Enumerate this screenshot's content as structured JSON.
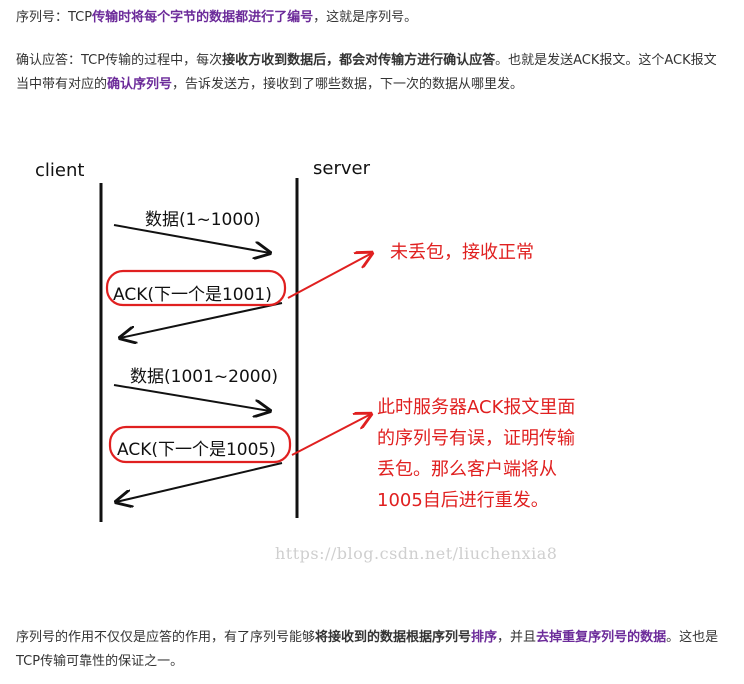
{
  "paragraph1": {
    "t1": "序列号：TCP",
    "h1": "传输时将每个字节的数据都进行了编号",
    "t2": "，这就是序列号。"
  },
  "paragraph2": {
    "t1": "确认应答：TCP传输的过程中，每次",
    "b1": "接收方收到数据后，都会对传输方进行确认应答",
    "t2": "。也就是发送ACK报文。这个ACK报文当中带有对应的",
    "h1": "确认序列号",
    "t3": "，告诉发送方，接收到了哪些数据，下一次的数据从哪里发。"
  },
  "diagram": {
    "client": "client",
    "server": "server",
    "msg1": "数据(1~1000)",
    "ack1": "ACK(下一个是1001)",
    "msg2": "数据(1001~2000)",
    "ack2": "ACK(下一个是1005)",
    "note1": "未丢包，接收正常",
    "note2": "此时服务器ACK报文里面的序列号有误，证明传输丢包。那么客户端将从1005自后进行重发。",
    "watermark": "https://blog.csdn.net/liuchenxia8",
    "colors": {
      "line": "#111111",
      "annotation": "#e02020"
    }
  },
  "paragraph3": {
    "t1": "序列号的作用不仅仅是应答的作用，有了序列号能够",
    "b1": "将接收到的数据根据序列号",
    "h1": "排序",
    "t2": "，并且",
    "h2": "去掉重复序列号的数据",
    "t3": "。这也是TCP传输可靠性的保证之一。"
  }
}
